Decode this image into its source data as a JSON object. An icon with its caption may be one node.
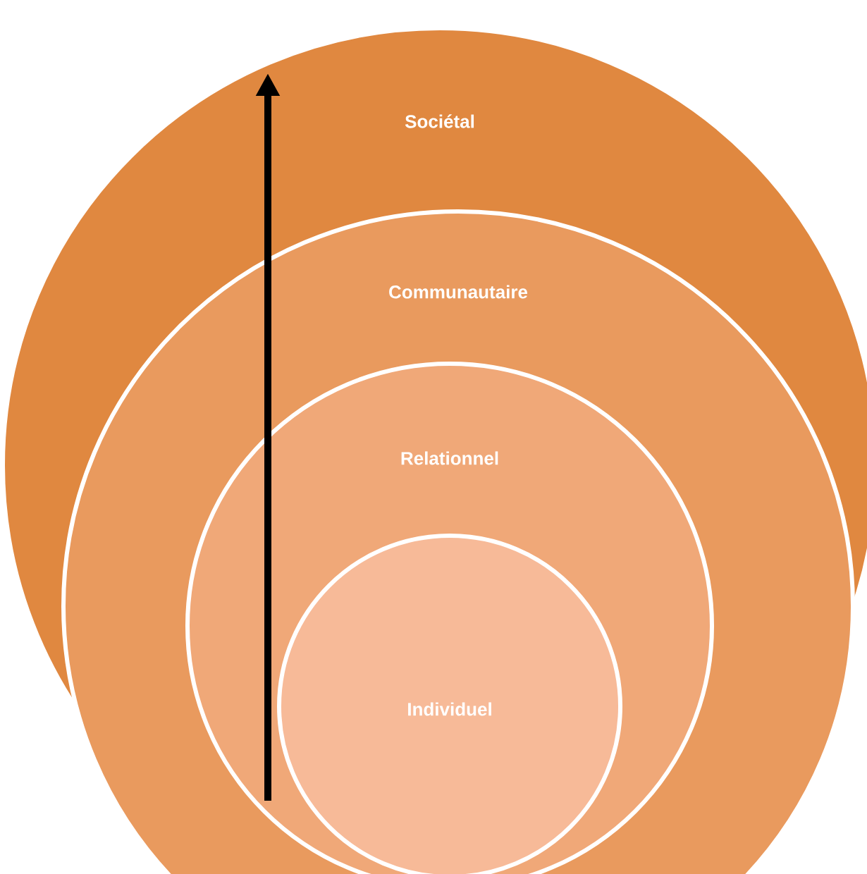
{
  "diagram": {
    "nodes": [
      {
        "text": [
          "Sociétal"
        ]
      },
      {
        "text": [
          "Communautaire"
        ],
        "in": 0
      },
      {
        "text": [
          "Relationnel"
        ],
        "in": 1
      },
      {
        "text": [
          "Individuel"
        ],
        "in": 2
      }
    ]
  }
}
